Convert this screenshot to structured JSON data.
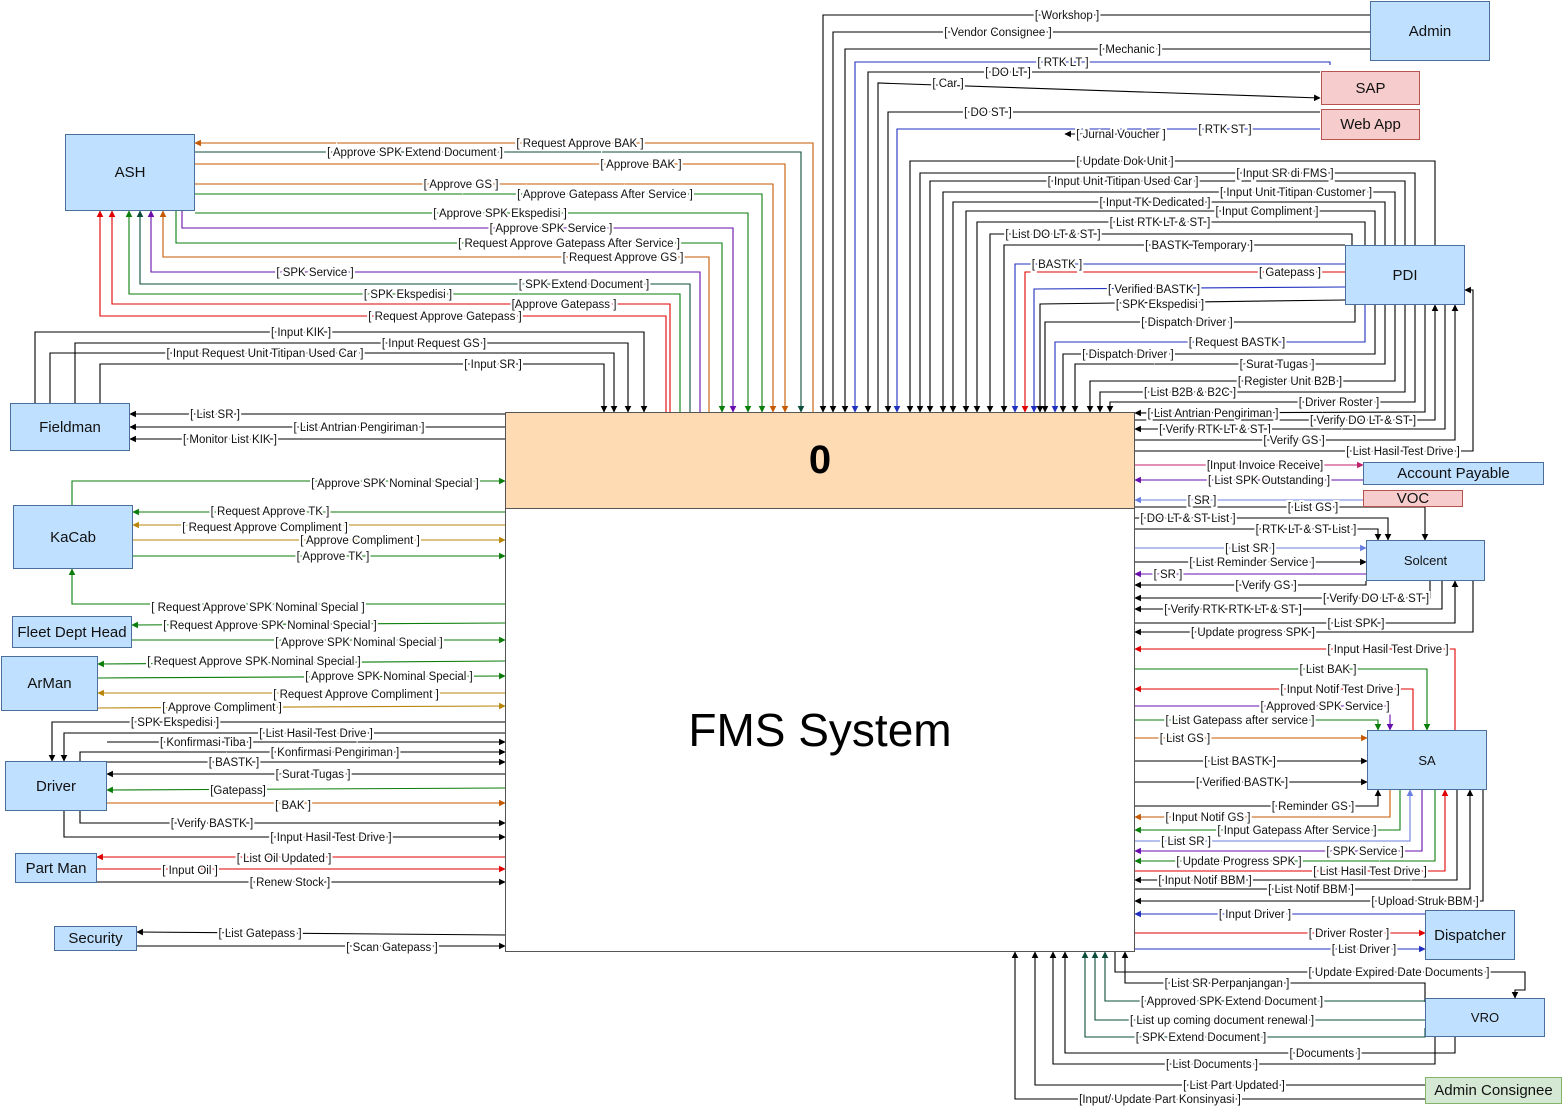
{
  "system": {
    "number": "0",
    "name": "FMS System"
  },
  "entities": [
    {
      "id": "admin",
      "label": "Admin"
    },
    {
      "id": "sap",
      "label": "SAP",
      "style": "red"
    },
    {
      "id": "webapp",
      "label": "Web App",
      "style": "red"
    },
    {
      "id": "ash",
      "label": "ASH"
    },
    {
      "id": "pdi",
      "label": "PDI"
    },
    {
      "id": "fieldman",
      "label": "Fieldman"
    },
    {
      "id": "kacab",
      "label": "KaCab"
    },
    {
      "id": "fleet",
      "label": "Fleet Dept Head"
    },
    {
      "id": "arman",
      "label": "ArMan"
    },
    {
      "id": "driver",
      "label": "Driver"
    },
    {
      "id": "partman",
      "label": "Part Man"
    },
    {
      "id": "security",
      "label": "Security"
    },
    {
      "id": "ap",
      "label": "Account Payable"
    },
    {
      "id": "voc",
      "label": "VOC",
      "style": "red"
    },
    {
      "id": "solcent",
      "label": "Solcent"
    },
    {
      "id": "sa",
      "label": "SA"
    },
    {
      "id": "dispatcher",
      "label": "Dispatcher"
    },
    {
      "id": "vro",
      "label": "VRO"
    },
    {
      "id": "adminc",
      "label": "Admin Consignee",
      "style": "green"
    }
  ],
  "colors": {
    "black": "#000000",
    "orange": "#c65a00",
    "green": "#0a7d0a",
    "purple": "#6a0dad",
    "red": "#e00000",
    "blue": "#1f2fbf",
    "gold": "#b8860b",
    "darkgreen": "#0b4d3a",
    "pink": "#c0206a",
    "lightblue": "#6a7fe0"
  },
  "flows": [
    {
      "label": "[ Workshop ]",
      "c": "black"
    },
    {
      "label": "[ Vendor Consignee ]",
      "c": "black"
    },
    {
      "label": "[ Mechanic ]",
      "c": "black"
    },
    {
      "label": "[ RTK LT ]",
      "c": "blue"
    },
    {
      "label": "[ DO LT ]",
      "c": "black"
    },
    {
      "label": "[ Car ]",
      "c": "black"
    },
    {
      "label": "[ DO ST ]",
      "c": "black"
    },
    {
      "label": "[ RTK ST ]",
      "c": "blue"
    },
    {
      "label": "[ Jurnal Voucher ]",
      "c": "black"
    },
    {
      "label": "[ Request Approve BAK ]",
      "c": "orange"
    },
    {
      "label": "[ Approve SPK Extend Document ]",
      "c": "darkgreen"
    },
    {
      "label": "[ Approve BAK ]",
      "c": "orange"
    },
    {
      "label": "[ Approve GS ]",
      "c": "orange"
    },
    {
      "label": "[ Approve Gatepass After Service ]",
      "c": "green"
    },
    {
      "label": "[ Approve SPK Ekspedisi ]",
      "c": "green"
    },
    {
      "label": "[ Approve SPK Service ]",
      "c": "purple"
    },
    {
      "label": "[ Request Approve Gatepass After Service ]",
      "c": "green"
    },
    {
      "label": "[ Request Approve GS ]",
      "c": "orange"
    },
    {
      "label": "[ SPK Service ]",
      "c": "purple"
    },
    {
      "label": "[ SPK Extend Document ]",
      "c": "darkgreen"
    },
    {
      "label": "[ SPK Ekspedisi ]",
      "c": "green"
    },
    {
      "label": "[Approve Gatepass ]",
      "c": "red"
    },
    {
      "label": "[ Request Approve Gatepass ]",
      "c": "red"
    },
    {
      "label": "[ Input KIK ]",
      "c": "black"
    },
    {
      "label": "[ Input Request GS ]",
      "c": "black"
    },
    {
      "label": "[ Input Request Unit Titipan Used Car ]",
      "c": "black"
    },
    {
      "label": "[ Input SR ]",
      "c": "black"
    },
    {
      "label": "[ List SR ]",
      "c": "black"
    },
    {
      "label": "[ List Antrian Pengiriman ]",
      "c": "black"
    },
    {
      "label": "[ Monitor List KIK ]",
      "c": "black"
    },
    {
      "label": "[ Approve SPK Nominal Special ]",
      "c": "green"
    },
    {
      "label": "[ Request Approve TK ]",
      "c": "green"
    },
    {
      "label": "[ Request Approve Compliment ]",
      "c": "gold"
    },
    {
      "label": "[ Approve Compliment ]",
      "c": "gold"
    },
    {
      "label": "[ Approve TK ]",
      "c": "green"
    },
    {
      "label": "[ Request Approve SPK Nominal Special ]",
      "c": "green"
    },
    {
      "label": "[ Request Approve SPK Nominal Special ]",
      "c": "green"
    },
    {
      "label": "[ Approve SPK Nominal Special ]",
      "c": "green"
    },
    {
      "label": "[ Request Approve SPK Nominal Special ]",
      "c": "green"
    },
    {
      "label": "[ Approve SPK Nominal Special ]",
      "c": "green"
    },
    {
      "label": "[ Request Approve Compliment ]",
      "c": "gold"
    },
    {
      "label": "[ Approve Compliment ]",
      "c": "gold"
    },
    {
      "label": "[ SPK Ekspedisi ]",
      "c": "black"
    },
    {
      "label": "[ List Hasil Test Drive ]",
      "c": "black"
    },
    {
      "label": "[ Konfirmasi Tiba ]",
      "c": "black"
    },
    {
      "label": "[ Konfirmasi Pengiriman ]",
      "c": "black"
    },
    {
      "label": "[ BASTK ]",
      "c": "black"
    },
    {
      "label": "[ Surat Tugas ]",
      "c": "black"
    },
    {
      "label": "[Gatepass]",
      "c": "green"
    },
    {
      "label": "[ BAK ]",
      "c": "orange"
    },
    {
      "label": "[ Verify BASTK ]",
      "c": "black"
    },
    {
      "label": "[ Input Hasil Test Drive ]",
      "c": "black"
    },
    {
      "label": "[ List Oil Updated ]",
      "c": "red"
    },
    {
      "label": "[ Input Oil ]",
      "c": "red"
    },
    {
      "label": "[ Renew Stock ]",
      "c": "black"
    },
    {
      "label": "[ List Gatepass ]",
      "c": "black"
    },
    {
      "label": "[ Scan Gatepass ]",
      "c": "black"
    },
    {
      "label": "[ Update Dok Unit ]",
      "c": "black"
    },
    {
      "label": "[ Input SR di FMS ]",
      "c": "black"
    },
    {
      "label": "[ Input Unit Titipan Used Car ]",
      "c": "black"
    },
    {
      "label": "[ Input Unit Titipan Customer ]",
      "c": "black"
    },
    {
      "label": "[ Input TK Dedicated ]",
      "c": "black"
    },
    {
      "label": "[ Input Compliment ]",
      "c": "black"
    },
    {
      "label": "[ List RTK LT & ST ]",
      "c": "black"
    },
    {
      "label": "[ List DO LT & ST ]",
      "c": "black"
    },
    {
      "label": "[ BASTK Temporary ]",
      "c": "black"
    },
    {
      "label": "[ BASTK ]",
      "c": "blue"
    },
    {
      "label": "[ Gatepass ]",
      "c": "red"
    },
    {
      "label": "[ Verified BASTK ]",
      "c": "blue"
    },
    {
      "label": "[ SPK Ekspedisi ]",
      "c": "black"
    },
    {
      "label": "[ Dispatch Driver ]",
      "c": "black"
    },
    {
      "label": "[ Request BASTK ]",
      "c": "blue"
    },
    {
      "label": "[ Dispatch Driver ]",
      "c": "black"
    },
    {
      "label": "[ Surat Tugas ]",
      "c": "black"
    },
    {
      "label": "[ Register Unit B2B ]",
      "c": "black"
    },
    {
      "label": "[ List B2B & B2C ]",
      "c": "black"
    },
    {
      "label": "[ Driver Roster ]",
      "c": "black"
    },
    {
      "label": "[ List Antrian Pengiriman ]",
      "c": "black"
    },
    {
      "label": "[ Verify DO LT & ST ]",
      "c": "black"
    },
    {
      "label": "[ Verify RTK LT & ST ]",
      "c": "black"
    },
    {
      "label": "[ Verify GS ]",
      "c": "black"
    },
    {
      "label": "[ List Hasil Test Drive ]",
      "c": "black"
    },
    {
      "label": "[Input Invoice Receive]",
      "c": "pink"
    },
    {
      "label": "[ List SPK Outstanding ]",
      "c": "purple"
    },
    {
      "label": "[ SR ]",
      "c": "lightblue"
    },
    {
      "label": "[ List GS ]",
      "c": "black"
    },
    {
      "label": "[ DO LT & ST List ]",
      "c": "black"
    },
    {
      "label": "[ RTK LT & ST List ]",
      "c": "black"
    },
    {
      "label": "[ List SR ]",
      "c": "lightblue"
    },
    {
      "label": "[ List Reminder Service ]",
      "c": "black"
    },
    {
      "label": "[ SR ]",
      "c": "purple"
    },
    {
      "label": "[ Verify GS ]",
      "c": "black"
    },
    {
      "label": "[ Verify DO LT & ST ]",
      "c": "black"
    },
    {
      "label": "[ Verify RTK RTK LT & ST ]",
      "c": "black"
    },
    {
      "label": "[ List SPK ]",
      "c": "black"
    },
    {
      "label": "[ Update progress SPK ]",
      "c": "black"
    },
    {
      "label": "[ Input Hasil Test Drive ]",
      "c": "red"
    },
    {
      "label": "[ List BAK ]",
      "c": "green"
    },
    {
      "label": "[ Input Notif Test Drive ]",
      "c": "red"
    },
    {
      "label": "[ Approved SPK Service ]",
      "c": "purple"
    },
    {
      "label": "[ List Gatepass after service ]",
      "c": "green"
    },
    {
      "label": "[ List GS ]",
      "c": "orange"
    },
    {
      "label": "[ List BASTK ]",
      "c": "black"
    },
    {
      "label": "[ Verified BASTK ]",
      "c": "black"
    },
    {
      "label": "[ Reminder GS ]",
      "c": "black"
    },
    {
      "label": "[ Input Notif GS ]",
      "c": "orange"
    },
    {
      "label": "[ Input Gatepass After Service ]",
      "c": "green"
    },
    {
      "label": "[ List SR ]",
      "c": "lightblue"
    },
    {
      "label": "[ SPK Service ]",
      "c": "purple"
    },
    {
      "label": "[ Update Progress SPK ]",
      "c": "green"
    },
    {
      "label": "[ List Hasil Test Drive ]",
      "c": "red"
    },
    {
      "label": "[ Input Notif BBM ]",
      "c": "black"
    },
    {
      "label": "[ List Notif BBM ]",
      "c": "black"
    },
    {
      "label": "[ Upload Struk BBM ]",
      "c": "black"
    },
    {
      "label": "[ Input Driver ]",
      "c": "blue"
    },
    {
      "label": "[ Driver Roster ]",
      "c": "red"
    },
    {
      "label": "[ List Driver ]",
      "c": "blue"
    },
    {
      "label": "[ Update Expired Date Documents ]",
      "c": "black"
    },
    {
      "label": "[ List SR Perpanjangan ]",
      "c": "black"
    },
    {
      "label": "[ Approved SPK Extend Document ]",
      "c": "darkgreen"
    },
    {
      "label": "[ List up coming document renewal ]",
      "c": "darkgreen"
    },
    {
      "label": "[ SPK Extend Document ]",
      "c": "darkgreen"
    },
    {
      "label": "[ Documents ]",
      "c": "black"
    },
    {
      "label": "[ List Documents ]",
      "c": "black"
    },
    {
      "label": "[ List Part Updated ]",
      "c": "black"
    },
    {
      "label": "[Input/ Update Part Konsinyasi ]",
      "c": "black"
    }
  ]
}
